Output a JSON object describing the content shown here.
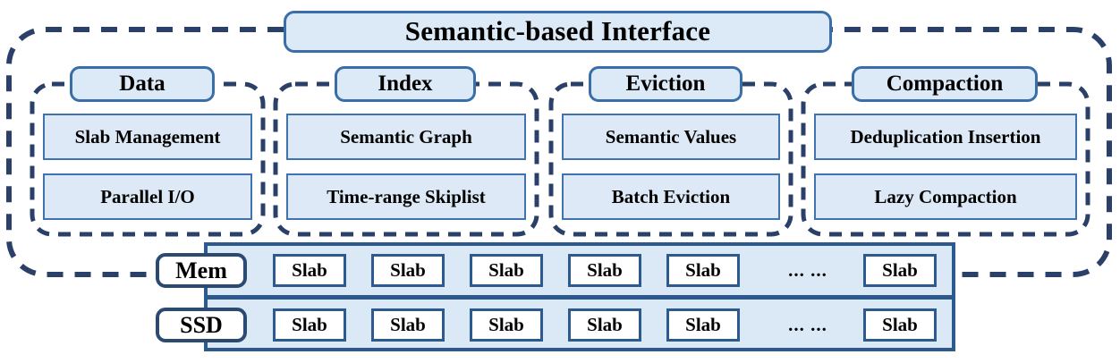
{
  "diagram": {
    "title": "Semantic-based Interface",
    "colors": {
      "pill_fill": "#dce9f6",
      "pill_border": "#3a6ea8",
      "item_fill": "#dde9f6",
      "item_border": "#4073ad",
      "panel_fill": "#dbe8f5",
      "panel_border": "#2d5a8e",
      "dashed_border": "#2b4068",
      "slab_fill": "#ffffff",
      "text": "#000000"
    }
  },
  "groups": [
    {
      "name": "Data",
      "items": [
        "Slab Management",
        "Parallel I/O"
      ]
    },
    {
      "name": "Index",
      "items": [
        "Semantic Graph",
        "Time-range Skiplist"
      ]
    },
    {
      "name": "Eviction",
      "items": [
        "Semantic Values",
        "Batch Eviction"
      ]
    },
    {
      "name": "Compaction",
      "items": [
        "Deduplication Insertion",
        "Lazy Compaction"
      ]
    }
  ],
  "storage": {
    "tiers": [
      {
        "label": "Mem",
        "cells": [
          "Slab",
          "Slab",
          "Slab",
          "Slab",
          "Slab",
          "... ...",
          "Slab"
        ]
      },
      {
        "label": "SSD",
        "cells": [
          "Slab",
          "Slab",
          "Slab",
          "Slab",
          "Slab",
          "... ...",
          "Slab"
        ]
      }
    ]
  }
}
